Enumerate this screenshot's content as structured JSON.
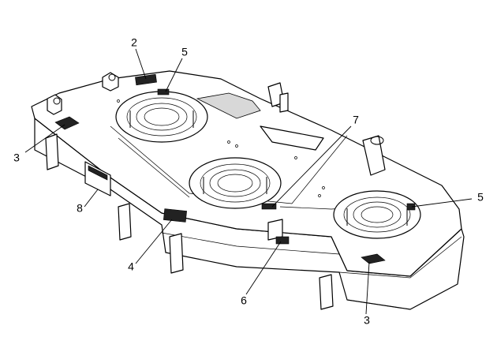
{
  "callouts": [
    {
      "id": "c2",
      "label": "2"
    },
    {
      "id": "c5a",
      "label": "5"
    },
    {
      "id": "c7",
      "label": "7"
    },
    {
      "id": "c3a",
      "label": "3"
    },
    {
      "id": "c5b",
      "label": "5"
    },
    {
      "id": "c8",
      "label": "8"
    },
    {
      "id": "c4",
      "label": "4"
    },
    {
      "id": "c6",
      "label": "6"
    },
    {
      "id": "c3b",
      "label": "3"
    }
  ]
}
